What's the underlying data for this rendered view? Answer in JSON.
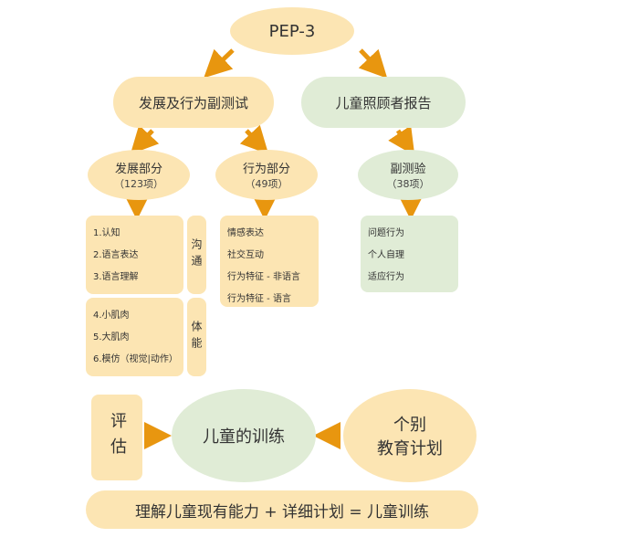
{
  "root": {
    "label": "PEP-3"
  },
  "branch_left": {
    "label": "发展及行为副测试"
  },
  "branch_right": {
    "label": "儿童照顾者报告"
  },
  "dev_part": {
    "title": "发展部分",
    "count": "（123项）"
  },
  "beh_part": {
    "title": "行为部分",
    "count": "（49项）"
  },
  "sub_test": {
    "title": "副测验",
    "count": "（38项）"
  },
  "communication": {
    "tag": "沟通",
    "items": [
      "1.认知",
      "2.语言表达",
      "3.语言理解"
    ]
  },
  "physical": {
    "tag": "体能",
    "items": [
      "4.小肌肉",
      "5.大肌肉",
      "6.模仿（视觉|动作）"
    ]
  },
  "behavior_items": [
    "情感表达",
    "社交互动",
    "行为特征 - 非语言",
    "行为特征 - 语言"
  ],
  "subtest_items": [
    "问题行为",
    "个人自理",
    "适应行为"
  ],
  "assess": {
    "label": "评估"
  },
  "training": {
    "label": "儿童的训练"
  },
  "iep": {
    "line1": "个别",
    "line2": "教育计划"
  },
  "formula": {
    "text": "理解儿童现有能力 + 详细计划 = 儿童训练"
  },
  "colors": {
    "orange_fill": "#fce5b3",
    "green_fill": "#e0ecd6",
    "arrow": "#e8960f"
  }
}
